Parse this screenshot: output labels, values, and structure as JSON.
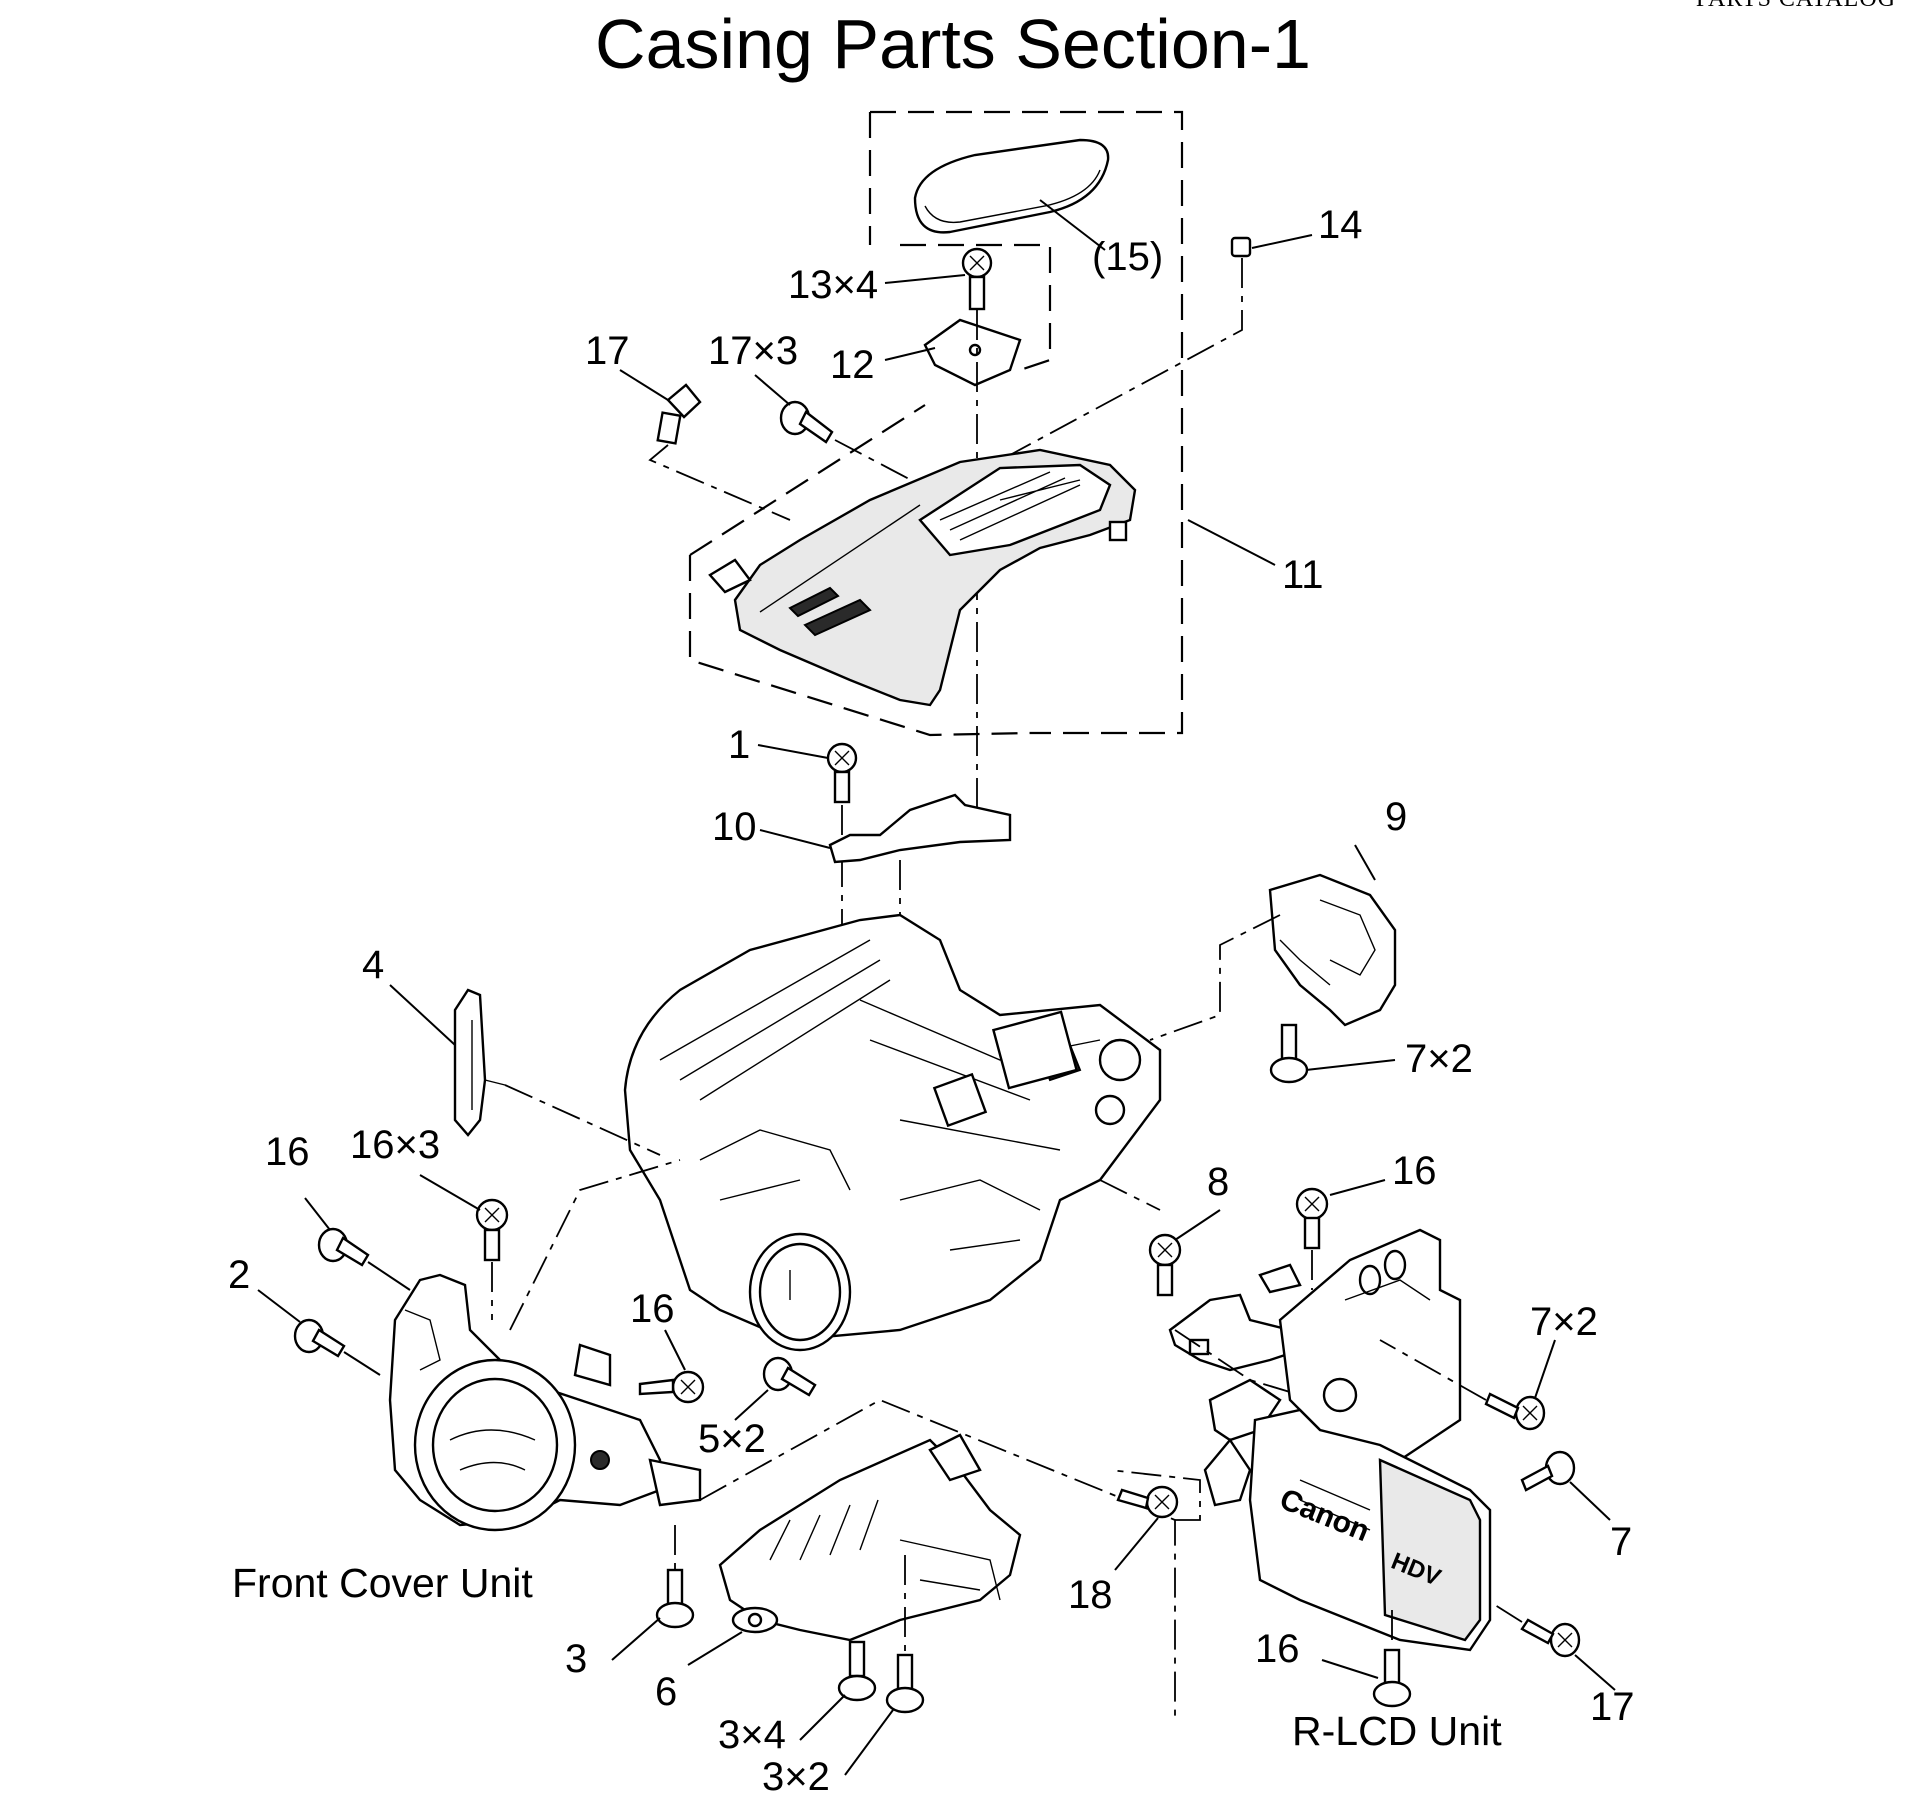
{
  "header": {
    "catalog": "PARTS CATALOG"
  },
  "title": "Casing Parts Section-1",
  "units": {
    "front_cover": "Front Cover Unit",
    "rlcd": "R-LCD Unit"
  },
  "brand": {
    "logo_text": "Canon",
    "badge_text": "HDV"
  },
  "callouts": [
    {
      "id": "c15",
      "text": "(15)"
    },
    {
      "id": "c14",
      "text": "14"
    },
    {
      "id": "c13",
      "text": "13×4"
    },
    {
      "id": "c12",
      "text": "12"
    },
    {
      "id": "c17a",
      "text": "17"
    },
    {
      "id": "c17x3",
      "text": "17×3"
    },
    {
      "id": "c11",
      "text": "11"
    },
    {
      "id": "c1",
      "text": "1"
    },
    {
      "id": "c10",
      "text": "10"
    },
    {
      "id": "c9",
      "text": "9"
    },
    {
      "id": "c4",
      "text": "4"
    },
    {
      "id": "c7x2a",
      "text": "7×2"
    },
    {
      "id": "c16a",
      "text": "16"
    },
    {
      "id": "c16x3",
      "text": "16×3"
    },
    {
      "id": "c8",
      "text": "8"
    },
    {
      "id": "c16b",
      "text": "16"
    },
    {
      "id": "c2",
      "text": "2"
    },
    {
      "id": "c16c",
      "text": "16"
    },
    {
      "id": "c7x2b",
      "text": "7×2"
    },
    {
      "id": "c5",
      "text": "5×2"
    },
    {
      "id": "c7",
      "text": "7"
    },
    {
      "id": "c18",
      "text": "18"
    },
    {
      "id": "c3",
      "text": "3"
    },
    {
      "id": "c6",
      "text": "6"
    },
    {
      "id": "c16d",
      "text": "16"
    },
    {
      "id": "c17b",
      "text": "17"
    },
    {
      "id": "c3x4",
      "text": "3×4"
    },
    {
      "id": "c3x2",
      "text": "3×2"
    }
  ]
}
